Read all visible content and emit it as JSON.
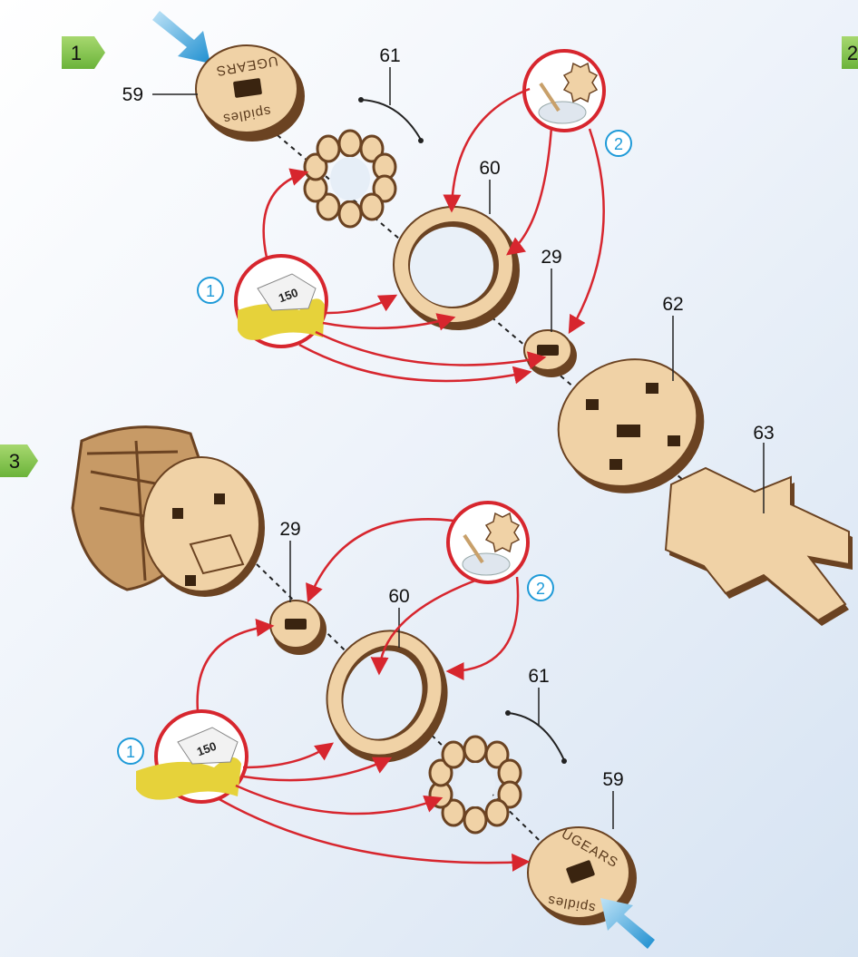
{
  "steps": [
    {
      "number": "1"
    },
    {
      "number": "2"
    },
    {
      "number": "3"
    }
  ],
  "part_labels": {
    "s1_washer_59": "59",
    "s1_spring_61": "61",
    "s1_ring_60": "60",
    "s1_bushing_29": "29",
    "s1_disc_62": "62",
    "s1_cross_63": "63",
    "s3_bushing_29": "29",
    "s3_ring_60": "60",
    "s3_spring_61": "61",
    "s3_washer_59": "59"
  },
  "instruction_markers": {
    "sand": "1",
    "wax": "2"
  },
  "engraving": {
    "top": "UGEARS",
    "bottom": "spidles"
  },
  "sandpaper_grit": "150",
  "colors": {
    "wood_light": "#f0d2a6",
    "wood_edge": "#6b4322",
    "arrow_red": "#d7262e",
    "accent_blue": "#1e9ad8",
    "step_badge_green": "#7cc142",
    "sand_yellow": "#e6d23a"
  }
}
